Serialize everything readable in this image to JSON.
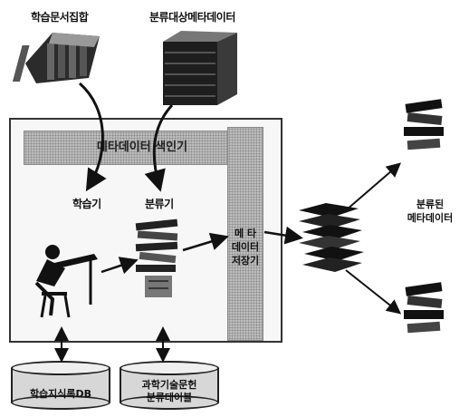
{
  "labels": {
    "learning_doc_set": "학습문서집합",
    "classification_target_metadata": "분류대상메타데이터",
    "metadata_indexer": "메타데이터 색인기",
    "learner": "학습기",
    "classifier": "분류기",
    "metadata_store_line1": "메 타",
    "metadata_store_line2": "데이터",
    "metadata_store_line3": "저장기",
    "classified_metadata_line1": "분류된",
    "classified_metadata_line2": "메타데이터",
    "learning_record_db": "학습지식록DB",
    "sci_tech_table_line1": "과학기술문헌",
    "sci_tech_table_line2": "분류테이블"
  },
  "icons": {
    "learning_docs": "book-stack-icon",
    "target_metadata": "server-stack-icon",
    "learner_figure": "person-at-desk-icon",
    "classifier_figure": "document-pile-icon",
    "store_output": "paper-stack-icon",
    "output_top": "books-icon",
    "output_bottom": "books-icon"
  }
}
